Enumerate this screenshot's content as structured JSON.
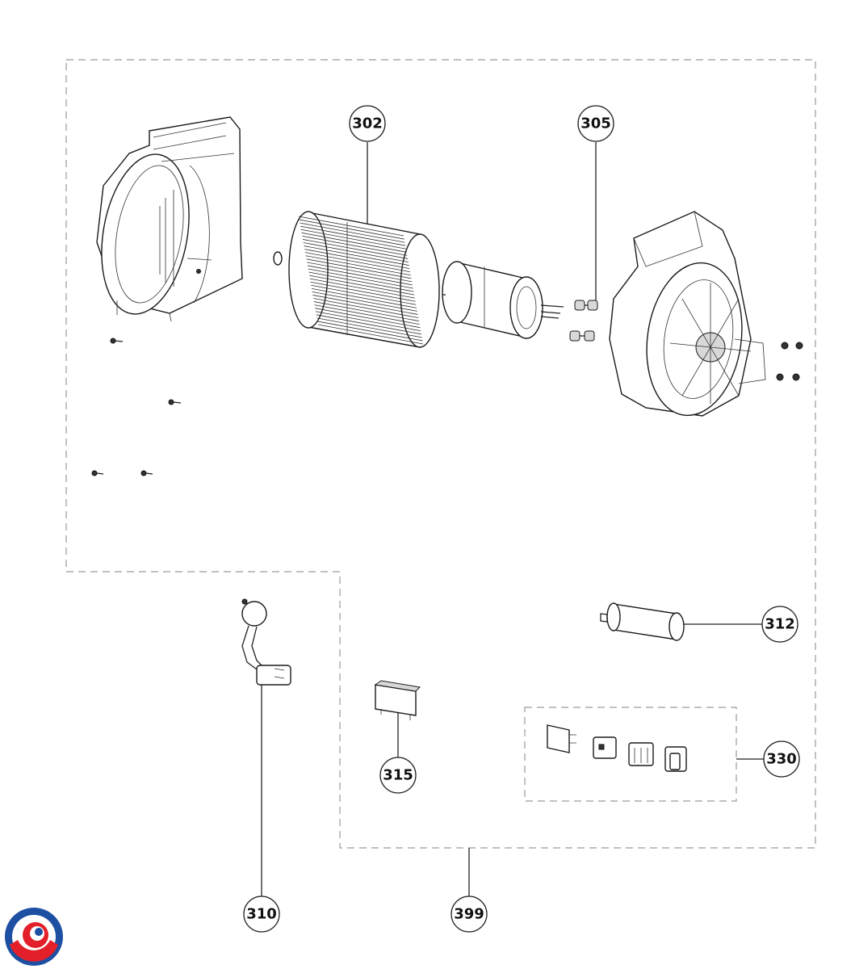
{
  "callouts": {
    "c302": "302",
    "c305": "305",
    "c312": "312",
    "c315": "315",
    "c330": "330",
    "c310": "310",
    "c399": "399"
  },
  "colors": {
    "logo_blue": "#1d4fa3",
    "logo_red": "#e3202a",
    "dash": "#9a9a9a"
  }
}
